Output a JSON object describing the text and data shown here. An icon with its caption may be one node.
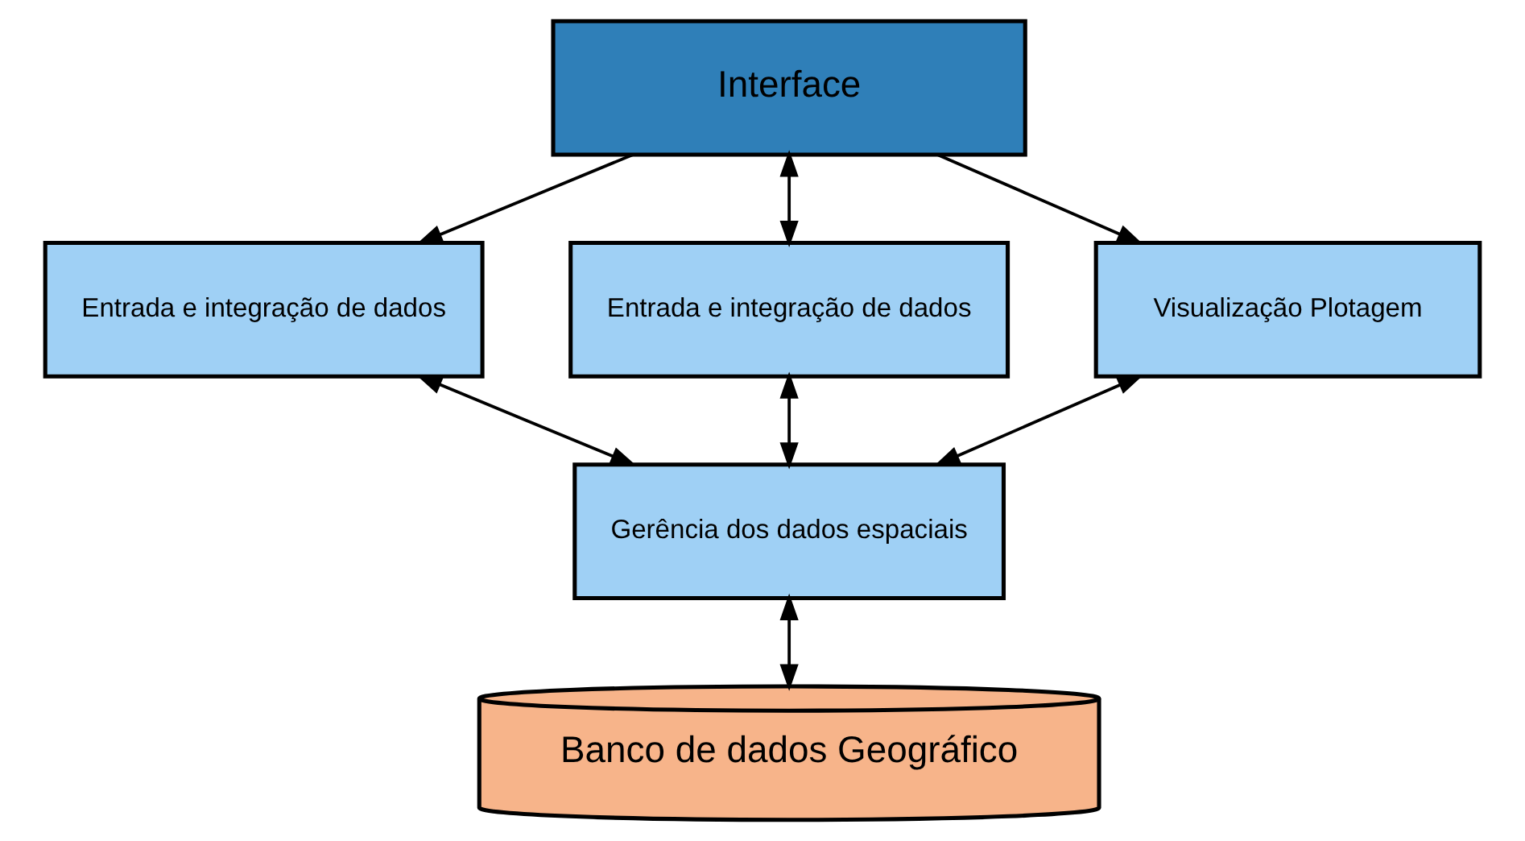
{
  "diagram": {
    "nodes": [
      {
        "text": [
          "Interface"
        ]
      },
      {
        "text": [
          "Entrada e integração de dados"
        ]
      },
      {
        "text": [
          "Entrada e integração de dados"
        ]
      },
      {
        "text": [
          "Visualização Plotagem"
        ]
      },
      {
        "text": [
          "Gerência dos dados espaciais"
        ]
      },
      {
        "text": [
          "Banco de dados Geográfico"
        ]
      }
    ],
    "edges": [
      {
        "from": 0,
        "to": 1,
        "arrow": "to"
      },
      {
        "from": 0,
        "to": 2,
        "arrow": "both"
      },
      {
        "from": 0,
        "to": 3,
        "arrow": "to"
      },
      {
        "from": 1,
        "to": 4,
        "arrow": "both"
      },
      {
        "from": 2,
        "to": 4,
        "arrow": "both"
      },
      {
        "from": 3,
        "to": 4,
        "arrow": "both"
      },
      {
        "from": 4,
        "to": 5,
        "arrow": "both"
      }
    ]
  }
}
